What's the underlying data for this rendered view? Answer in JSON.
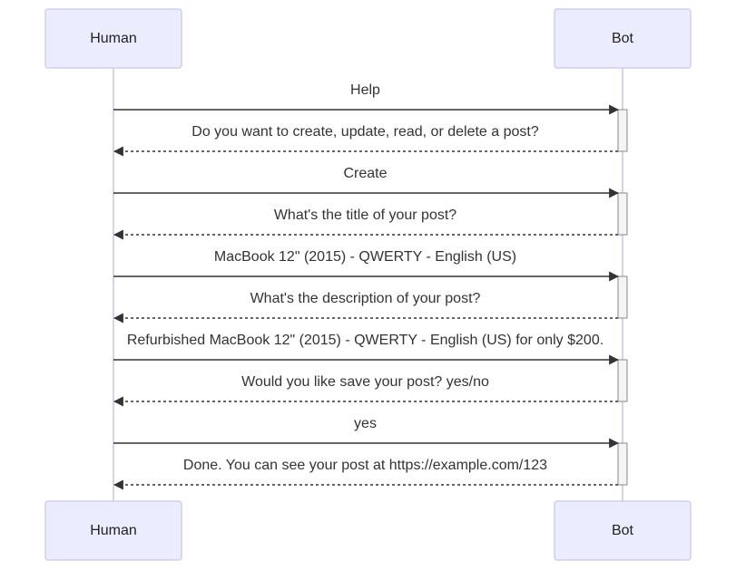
{
  "participants": [
    {
      "id": "human",
      "label": "Human"
    },
    {
      "id": "bot",
      "label": "Bot"
    }
  ],
  "messages": [
    {
      "from": "human",
      "to": "bot",
      "text": "Help",
      "style": "solid"
    },
    {
      "from": "bot",
      "to": "human",
      "text": "Do you want to create, update, read, or delete a post?",
      "style": "dashed"
    },
    {
      "from": "human",
      "to": "bot",
      "text": "Create",
      "style": "solid"
    },
    {
      "from": "bot",
      "to": "human",
      "text": "What's the title of your post?",
      "style": "dashed"
    },
    {
      "from": "human",
      "to": "bot",
      "text": "MacBook 12\" (2015) - QWERTY - English (US)",
      "style": "solid"
    },
    {
      "from": "bot",
      "to": "human",
      "text": "What's the description of your post?",
      "style": "dashed"
    },
    {
      "from": "human",
      "to": "bot",
      "text": "Refurbished MacBook 12\" (2015) - QWERTY - English (US) for only $200.",
      "style": "solid"
    },
    {
      "from": "bot",
      "to": "human",
      "text": "Would you like save your post? yes/no",
      "style": "dashed"
    },
    {
      "from": "human",
      "to": "bot",
      "text": "yes",
      "style": "solid"
    },
    {
      "from": "bot",
      "to": "human",
      "text": "Done. You can see your post at https://example.com/123",
      "style": "dashed"
    }
  ],
  "colors": {
    "actor_fill": "#ececff",
    "actor_stroke": "#cfcfef",
    "lifeline": "#c9c9e6",
    "line": "#333333",
    "text": "#333333"
  }
}
